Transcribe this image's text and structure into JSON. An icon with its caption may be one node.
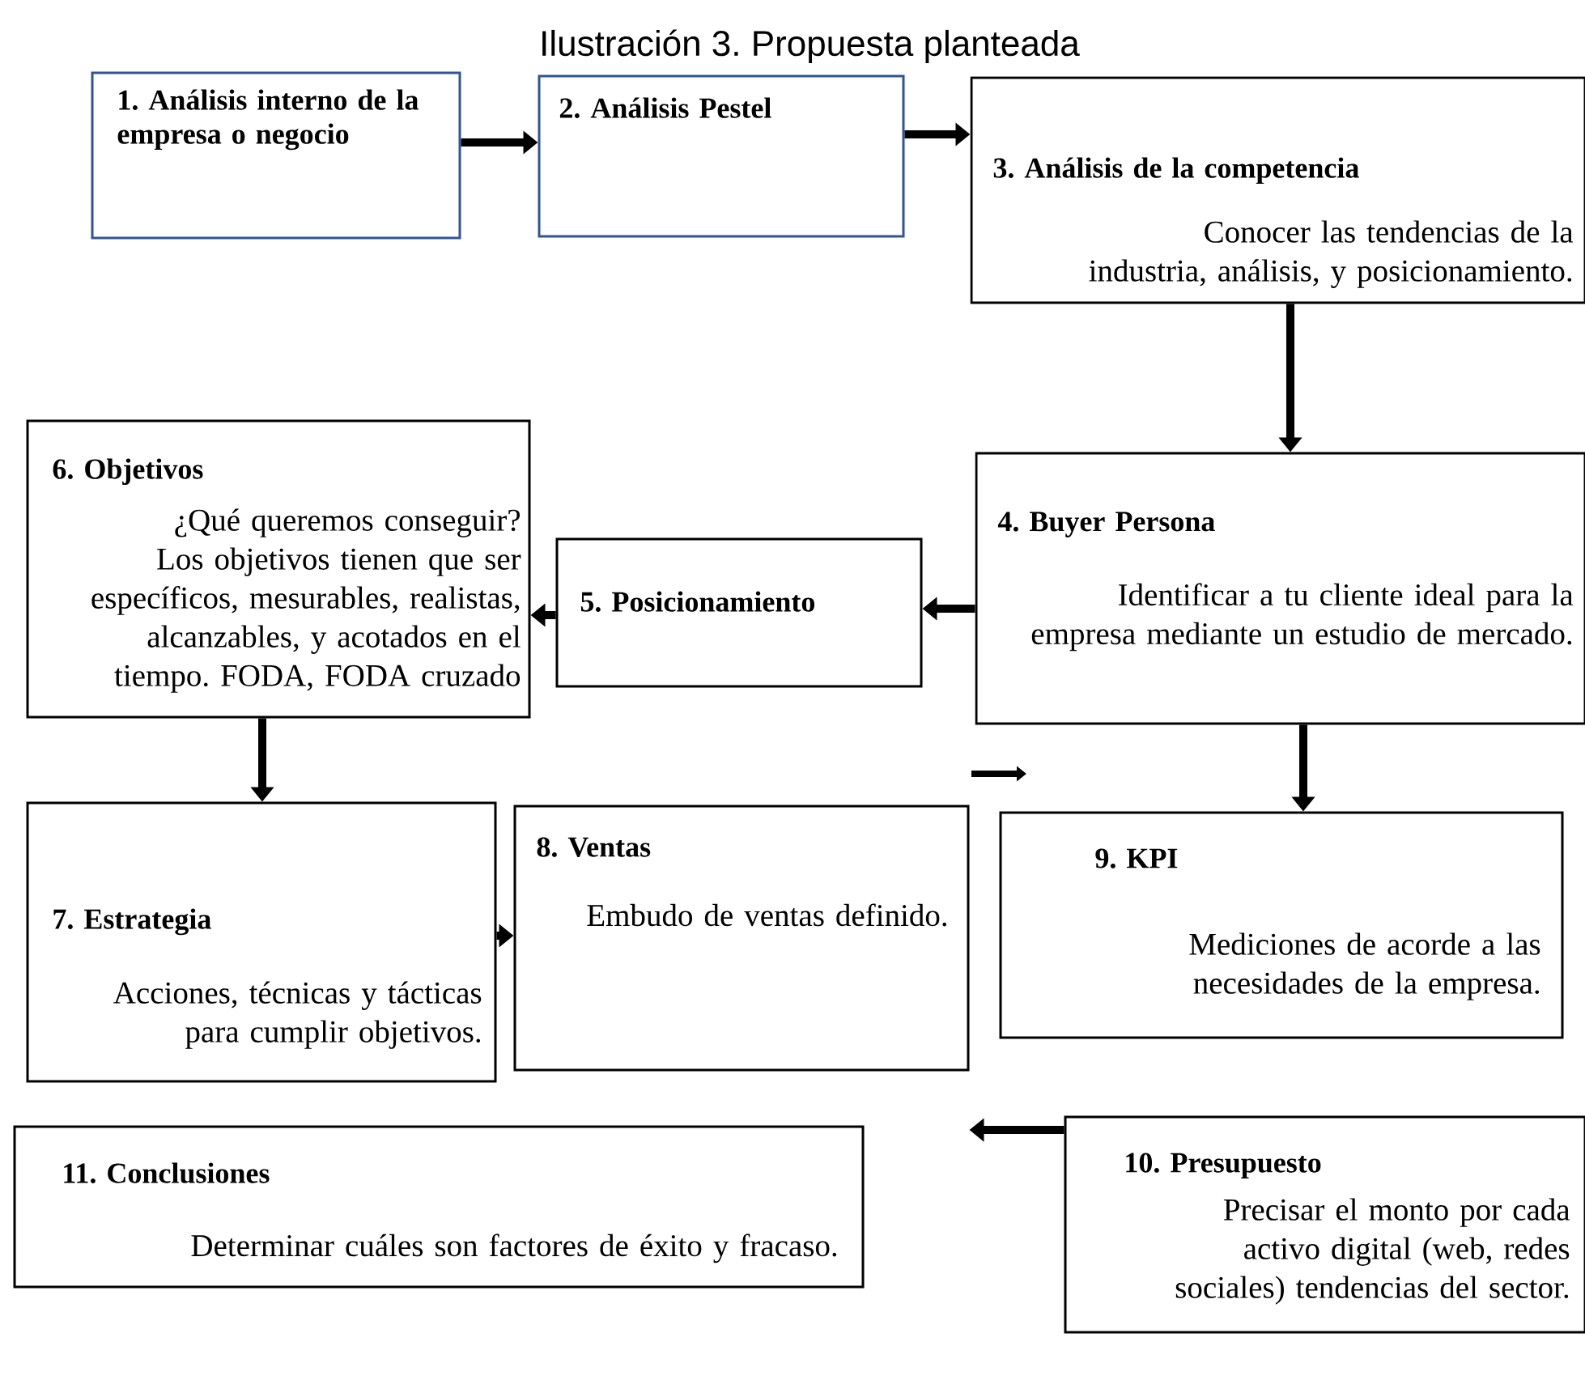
{
  "diagram": {
    "title": "Ilustración 3. Propuesta planteada",
    "nodes": [
      {
        "text": [
          "1. Análisis interno de la empresa o negocio"
        ]
      },
      {
        "text": [
          "2. Análisis Pestel"
        ]
      },
      {
        "text": [
          "3. Análisis de la competencia",
          "Conocer las tendencias de la industria, análisis, y posicionamiento."
        ]
      },
      {
        "text": [
          "4. Buyer Persona",
          "Identificar a tu cliente ideal para la empresa mediante un estudio de mercado."
        ]
      },
      {
        "text": [
          "5. Posicionamiento"
        ]
      },
      {
        "text": [
          "6. Objetivos",
          "¿Qué queremos conseguir? Los objetivos tienen que ser específicos, mesurables, realistas, alcanzables, y acotados en el tiempo. FODA, FODA cruzado"
        ]
      },
      {
        "text": [
          "7. Estrategia",
          "Acciones, técnicas y tácticas para cumplir objetivos."
        ]
      },
      {
        "text": [
          "8. Ventas",
          "Embudo de ventas definido."
        ]
      },
      {
        "text": [
          "9. KPI",
          "Mediciones de acorde a las necesidades de la empresa."
        ]
      },
      {
        "text": [
          "10. Presupuesto",
          "Precisar el monto por cada activo digital (web, redes sociales) tendencias del sector."
        ]
      },
      {
        "text": [
          "11. Conclusiones",
          "Determinar cuáles son factores de éxito y fracaso."
        ]
      }
    ],
    "edges": [
      {
        "from": 0,
        "to": 1,
        "arrow": "to"
      },
      {
        "from": 1,
        "to": 2,
        "arrow": "to"
      },
      {
        "from": 2,
        "to": 3,
        "arrow": "to"
      },
      {
        "from": 3,
        "to": 4,
        "arrow": "to"
      },
      {
        "from": 4,
        "to": 5,
        "arrow": "to"
      },
      {
        "from": 5,
        "to": 6,
        "arrow": "to"
      },
      {
        "from": 6,
        "to": 7,
        "arrow": "to"
      },
      {
        "from": 3,
        "to": 8,
        "arrow": "to"
      },
      {
        "from": 9,
        "to": 7,
        "arrow": "to"
      }
    ]
  }
}
